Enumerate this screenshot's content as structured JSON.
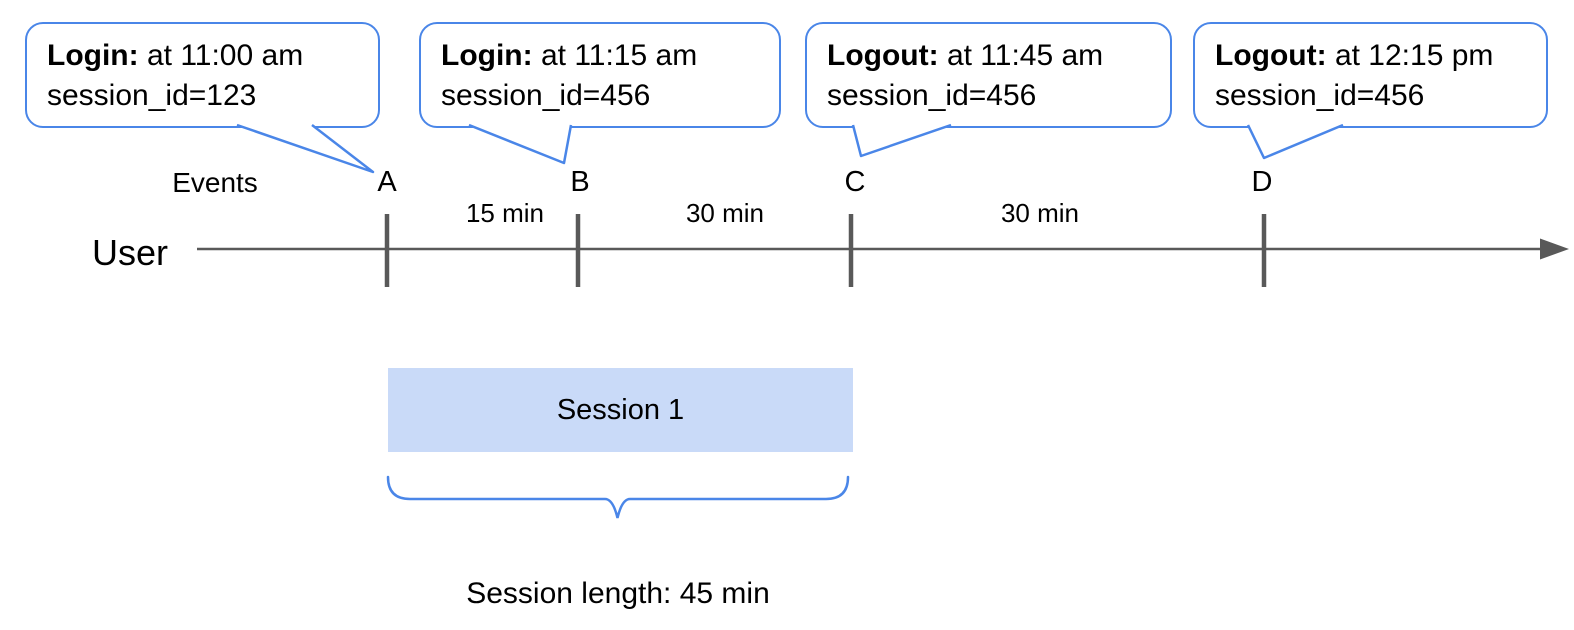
{
  "colors": {
    "bubble_border": "#4a86e8",
    "brace": "#4a86e8",
    "session_fill": "#c9daf8",
    "timeline": "#595959"
  },
  "callouts": [
    {
      "event": "A",
      "bold": "Login:",
      "rest": " at 11:00 am",
      "line2": "session_id=123"
    },
    {
      "event": "B",
      "bold": "Login:",
      "rest": " at 11:15 am",
      "line2": "session_id=456"
    },
    {
      "event": "C",
      "bold": "Logout:",
      "rest": " at 11:45 am",
      "line2": "session_id=456"
    },
    {
      "event": "D",
      "bold": "Logout:",
      "rest": " at 12:15 pm",
      "line2": "session_id=456"
    }
  ],
  "timeline": {
    "user_label": "User",
    "events_label": "Events",
    "events": [
      "A",
      "B",
      "C",
      "D"
    ],
    "intervals": [
      "15 min",
      "30 min",
      "30 min"
    ]
  },
  "session": {
    "label": "Session 1",
    "length_label": "Session length: 45 min"
  }
}
